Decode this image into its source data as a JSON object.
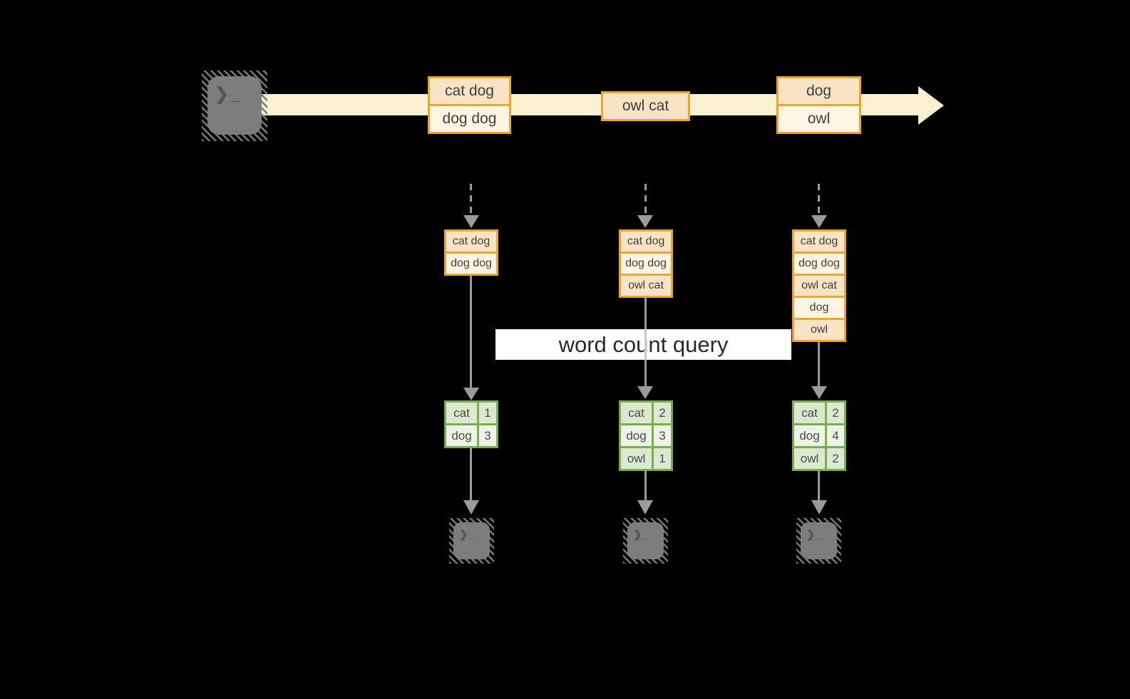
{
  "query": {
    "label": "word count query"
  },
  "icons": {
    "terminal_prompt": "❯_"
  },
  "colors": {
    "background": "#000000",
    "stream_band": "#FBF1CE",
    "orange_border": "#EBA42C",
    "cell_dark": "#F9E3C5",
    "cell_light": "#FDF4E4",
    "green_border": "#7AAE4C",
    "green_dark": "#DCE8D0",
    "green_light": "#EEF3E8",
    "arrow_gray": "#9B9B9B",
    "terminal_gray": "#7D7D7D"
  },
  "stream": {
    "batches": [
      {
        "lines": [
          "cat dog",
          "dog dog"
        ]
      },
      {
        "lines": [
          "owl cat"
        ]
      },
      {
        "lines": [
          "dog",
          "owl"
        ]
      }
    ]
  },
  "columns": [
    {
      "input": [
        "cat dog",
        "dog dog"
      ],
      "result": [
        [
          "cat",
          "1"
        ],
        [
          "dog",
          "3"
        ]
      ]
    },
    {
      "input": [
        "cat dog",
        "dog dog",
        "owl cat"
      ],
      "result": [
        [
          "cat",
          "2"
        ],
        [
          "dog",
          "3"
        ],
        [
          "owl",
          "1"
        ]
      ]
    },
    {
      "input": [
        "cat dog",
        "dog dog",
        "owl cat",
        "dog",
        "owl"
      ],
      "result": [
        [
          "cat",
          "2"
        ],
        [
          "dog",
          "4"
        ],
        [
          "owl",
          "2"
        ]
      ]
    }
  ]
}
